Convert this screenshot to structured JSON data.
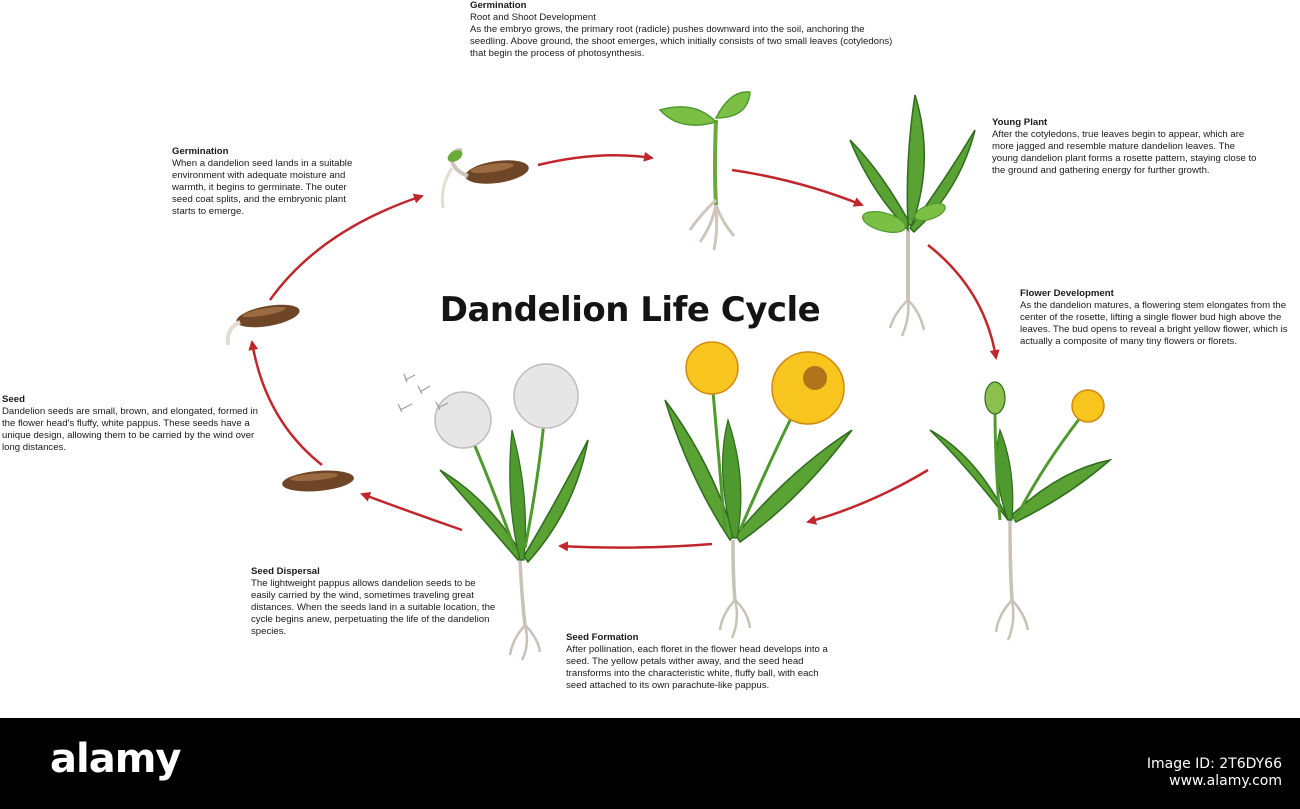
{
  "diagram": {
    "title": "Dandelion Life Cycle",
    "stages": [
      {
        "id": "germination-top",
        "title": "Germination",
        "subtitle": "Root and Shoot Development",
        "body": "As the embryo grows, the primary root (radicle) pushes downward into the soil, anchoring the seedling. Above ground, the shoot emerges, which initially consists of two small leaves (cotyledons) that begin the process of photosynthesis."
      },
      {
        "id": "young-plant",
        "title": "Young Plant",
        "body": "After the cotyledons, true leaves begin to appear, which are more jagged and resemble mature dandelion leaves. The young dandelion plant forms a rosette pattern, staying close to the ground and gathering energy for further growth."
      },
      {
        "id": "flower-development",
        "title": "Flower Development",
        "body": "As the dandelion matures, a flowering stem elongates from the center of the rosette, lifting a single flower bud high above the leaves. The bud opens to reveal a bright yellow flower, which is actually a composite of many tiny flowers or florets."
      },
      {
        "id": "seed-formation",
        "title": "Seed Formation",
        "body": "After pollination, each floret in the flower head develops into a seed. The yellow petals wither away, and the seed head transforms into the characteristic white, fluffy ball, with each seed attached to its own parachute-like pappus."
      },
      {
        "id": "seed-dispersal",
        "title": "Seed Dispersal",
        "body": "The lightweight pappus allows dandelion seeds to be easily carried by the wind, sometimes traveling great distances. When the seeds land in a suitable location, the cycle begins anew, perpetuating the life of the dandelion species."
      },
      {
        "id": "seed",
        "title": "Seed",
        "body": "Dandelion seeds are small, brown, and elongated, formed in the flower head's fluffy, white pappus. These seeds have a unique design, allowing them to be carried by the wind over long distances."
      },
      {
        "id": "germination-left",
        "title": "Germination",
        "body": "When a dandelion seed lands in a suitable environment with adequate moisture and warmth, it begins to germinate. The outer seed coat splits, and the embryonic plant starts to emerge."
      }
    ],
    "colors": {
      "arrow": "#c0272d",
      "leaf": "#4f9a2e",
      "leaf_dark": "#2f6b1c",
      "flower": "#f7c51e",
      "flower_center": "#d08a12",
      "seed": "#7a4f2c",
      "pappus": "#e8e8e8",
      "root": "#cfc7bd"
    }
  },
  "footer": {
    "brand": "alamy",
    "stock_line1": "Image ID: 2T6DY66",
    "stock_line2": "www.alamy.com"
  }
}
